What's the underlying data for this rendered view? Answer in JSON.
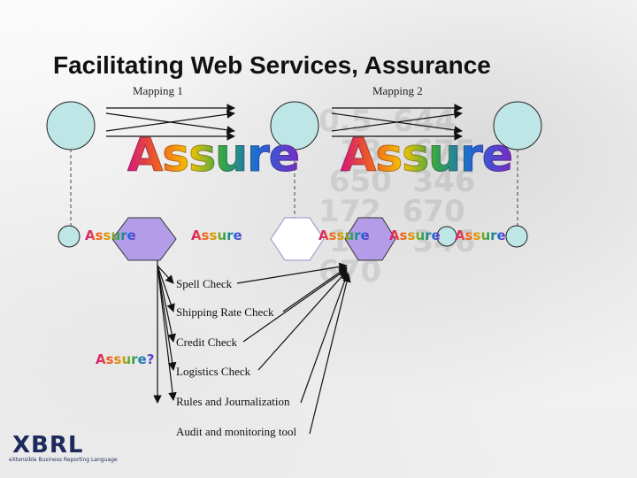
{
  "slide": {
    "title": "Facilitating Web Services, Assurance",
    "mapping1_label": "Mapping 1",
    "mapping2_label": "Mapping 2"
  },
  "assure": {
    "big_word": "Assure",
    "small_word": "Assure",
    "question_word": "Assure?"
  },
  "checks": [
    "Spell Check",
    "Shipping Rate Check",
    "Credit Check",
    "Logistics Check",
    "Rules and Journalization",
    "Audit and monitoring tool"
  ],
  "logo": {
    "wordmark": "XBRL",
    "tagline": "eXtensible Business Reporting Language"
  },
  "background_numbers": "0.5  644\n  18   675\n 650  346\n172  670\n 149  346\n670",
  "colors": {
    "node_fill": "#bfe6e6",
    "hexagon_fill": "#b59ce8",
    "hexagon_empty_fill": "#ffffff",
    "line": "#111111",
    "title": "#111111"
  }
}
